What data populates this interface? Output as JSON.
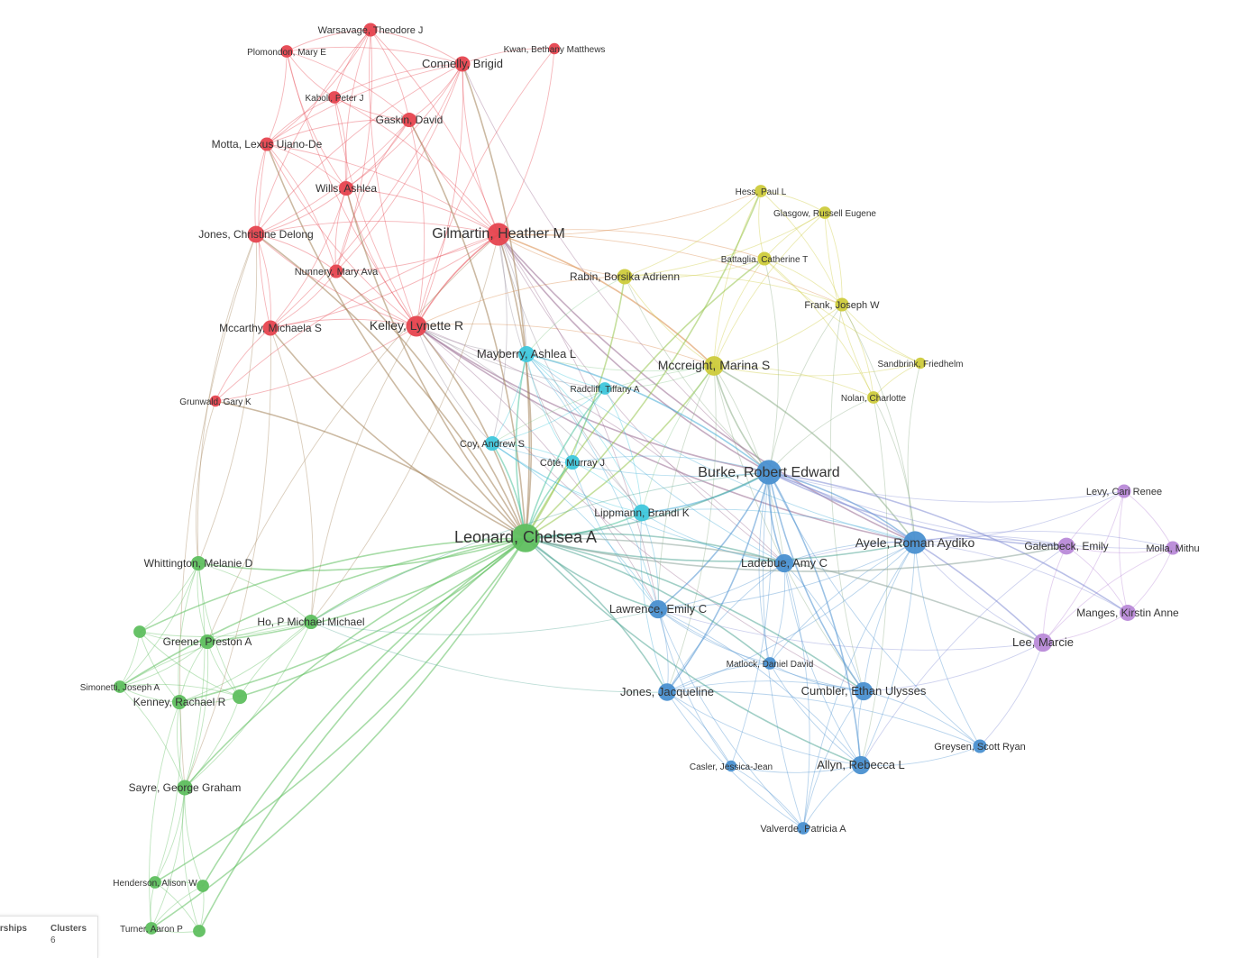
{
  "colors": {
    "red": "#e6454f",
    "green": "#5fbf5f",
    "blue": "#4a90d0",
    "yellow": "#cdcb3c",
    "cyan": "#3fc7dc",
    "purple": "#b98ad8"
  },
  "legend": {
    "co_authorships_label": "Co-authorships",
    "clusters_label": "Clusters",
    "clusters_value": "6"
  },
  "nodes": [
    {
      "id": "warsavage",
      "label": "Warsavage, Theodore J",
      "cluster": "red",
      "weight": 2
    },
    {
      "id": "plomondon",
      "label": "Plomondon, Mary E",
      "cluster": "red",
      "weight": 1.5
    },
    {
      "id": "kwan",
      "label": "Kwan, Bethany Matthews",
      "cluster": "red",
      "weight": 1
    },
    {
      "id": "connelly",
      "label": "Connelly, Brigid",
      "cluster": "red",
      "weight": 3
    },
    {
      "id": "kaboli",
      "label": "Kaboli, Peter J",
      "cluster": "red",
      "weight": 1.5
    },
    {
      "id": "gaskin",
      "label": "Gaskin, David",
      "cluster": "red",
      "weight": 2.5
    },
    {
      "id": "motta",
      "label": "Motta, Lexus Ujano-De",
      "cluster": "red",
      "weight": 2
    },
    {
      "id": "wills",
      "label": "Wills, Ashlea",
      "cluster": "red",
      "weight": 2.5
    },
    {
      "id": "gilmartin",
      "label": "Gilmartin, Heather M",
      "cluster": "red",
      "weight": 9
    },
    {
      "id": "jones_c",
      "label": "Jones, Christine Delong",
      "cluster": "red",
      "weight": 4
    },
    {
      "id": "nunnery",
      "label": "Nunnery, Mary Ava",
      "cluster": "red",
      "weight": 2
    },
    {
      "id": "kelley",
      "label": "Kelley, Lynette R",
      "cluster": "red",
      "weight": 7
    },
    {
      "id": "mccarthy",
      "label": "Mccarthy, Michaela S",
      "cluster": "red",
      "weight": 3
    },
    {
      "id": "grunwald",
      "label": "Grunwald, Gary K",
      "cluster": "red",
      "weight": 1
    },
    {
      "id": "hess",
      "label": "Hess, Paul L",
      "cluster": "yellow",
      "weight": 1.5
    },
    {
      "id": "glasgow",
      "label": "Glasgow, Russell Eugene",
      "cluster": "yellow",
      "weight": 1.5
    },
    {
      "id": "battaglia",
      "label": "Battaglia, Catherine T",
      "cluster": "yellow",
      "weight": 2
    },
    {
      "id": "rabin",
      "label": "Rabin, Borsika Adrienn",
      "cluster": "yellow",
      "weight": 3
    },
    {
      "id": "frank",
      "label": "Frank, Joseph W",
      "cluster": "yellow",
      "weight": 2
    },
    {
      "id": "mccreight",
      "label": "Mccreight, Marina S",
      "cluster": "yellow",
      "weight": 6
    },
    {
      "id": "sandbrink",
      "label": "Sandbrink, Friedhelm",
      "cluster": "yellow",
      "weight": 1
    },
    {
      "id": "nolan",
      "label": "Nolan, Charlotte",
      "cluster": "yellow",
      "weight": 1.5
    },
    {
      "id": "mayberry",
      "label": "Mayberry, Ashlea L",
      "cluster": "cyan",
      "weight": 3.5
    },
    {
      "id": "radcliff",
      "label": "Radcliff, Tiffany A",
      "cluster": "cyan",
      "weight": 1.5
    },
    {
      "id": "coy",
      "label": "Coy, Andrew S",
      "cluster": "cyan",
      "weight": 2.5
    },
    {
      "id": "cote",
      "label": "Côté, Murray J",
      "cluster": "cyan",
      "weight": 2.5
    },
    {
      "id": "lippmann",
      "label": "Lippmann, Brandi K",
      "cluster": "cyan",
      "weight": 4
    },
    {
      "id": "burke",
      "label": "Burke, Robert Edward",
      "cluster": "blue",
      "weight": 11
    },
    {
      "id": "ayele",
      "label": "Ayele, Roman Aydiko",
      "cluster": "blue",
      "weight": 9
    },
    {
      "id": "ladebue",
      "label": "Ladebue, Amy C",
      "cluster": "blue",
      "weight": 5
    },
    {
      "id": "lawrence",
      "label": "Lawrence, Emily C",
      "cluster": "blue",
      "weight": 5
    },
    {
      "id": "matlock",
      "label": "Matlock, Daniel David",
      "cluster": "blue",
      "weight": 1.5
    },
    {
      "id": "jones_j",
      "label": "Jones, Jacqueline",
      "cluster": "blue",
      "weight": 4.5
    },
    {
      "id": "cumbler",
      "label": "Cumbler, Ethan Ulysses",
      "cluster": "blue",
      "weight": 5
    },
    {
      "id": "greysen",
      "label": "Greysen, Scott Ryan",
      "cluster": "blue",
      "weight": 2
    },
    {
      "id": "casler",
      "label": "Casler, Jessica-Jean",
      "cluster": "blue",
      "weight": 1
    },
    {
      "id": "allyn",
      "label": "Allyn, Rebecca L",
      "cluster": "blue",
      "weight": 5
    },
    {
      "id": "valverde",
      "label": "Valverde, Patricia A",
      "cluster": "blue",
      "weight": 1.5
    },
    {
      "id": "levy",
      "label": "Levy, Cari Renee",
      "cluster": "purple",
      "weight": 2
    },
    {
      "id": "galenbeck",
      "label": "Galenbeck, Emily",
      "cluster": "purple",
      "weight": 4
    },
    {
      "id": "molla",
      "label": "Molla, Mithu",
      "cluster": "purple",
      "weight": 2
    },
    {
      "id": "manges",
      "label": "Manges, Kirstin Anne",
      "cluster": "purple",
      "weight": 3.5
    },
    {
      "id": "lee",
      "label": "Lee, Marcie",
      "cluster": "purple",
      "weight": 5
    },
    {
      "id": "leonard",
      "label": "Leonard, Chelsea A",
      "cluster": "green",
      "weight": 16
    },
    {
      "id": "whittington",
      "label": "Whittington, Melanie D",
      "cluster": "green",
      "weight": 2.5
    },
    {
      "id": "ho",
      "label": "Ho, P Michael Michael",
      "cluster": "green",
      "weight": 2.5
    },
    {
      "id": "greene",
      "label": "Greene, Preston A",
      "cluster": "green",
      "weight": 2.5
    },
    {
      "id": "g_unl1",
      "label": "",
      "cluster": "green",
      "weight": 1.5
    },
    {
      "id": "g_unl2",
      "label": "",
      "cluster": "green",
      "weight": 2.5
    },
    {
      "id": "simonetti",
      "label": "Simonetti, Joseph A",
      "cluster": "green",
      "weight": 1.5
    },
    {
      "id": "kenney",
      "label": "Kenney, Rachael R",
      "cluster": "green",
      "weight": 2.5
    },
    {
      "id": "sayre",
      "label": "Sayre, George Graham",
      "cluster": "green",
      "weight": 3
    },
    {
      "id": "henderson",
      "label": "Henderson, Alison W",
      "cluster": "green",
      "weight": 1.5
    },
    {
      "id": "g_unl3",
      "label": "",
      "cluster": "green",
      "weight": 1.5
    },
    {
      "id": "turner",
      "label": "Turner, Aaron P",
      "cluster": "green",
      "weight": 1.5
    },
    {
      "id": "g_unl4",
      "label": "",
      "cluster": "green",
      "weight": 1.5
    }
  ]
}
